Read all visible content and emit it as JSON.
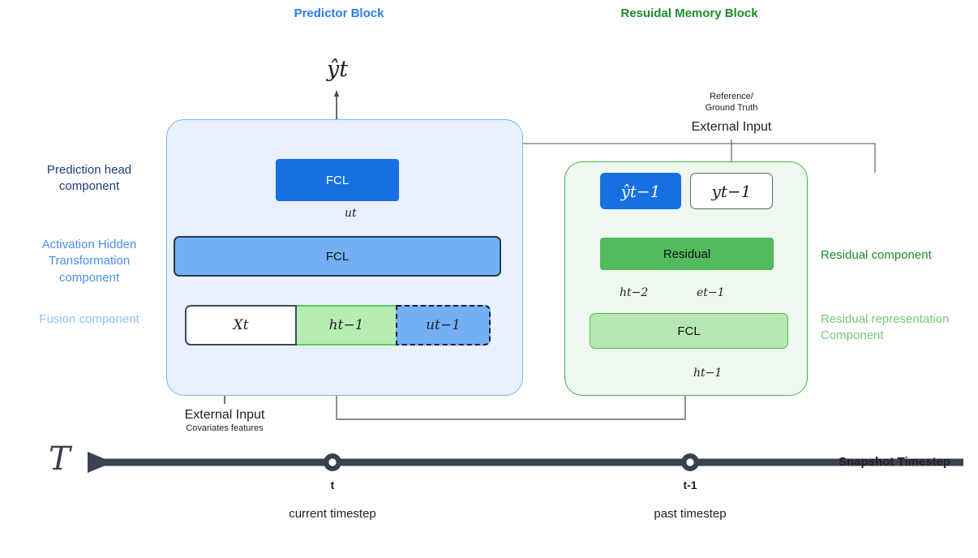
{
  "titles": {
    "predictor": "Predictor Block",
    "memory": "Resuidal Memory Block"
  },
  "colors": {
    "predictor_accent": "#2b7de9",
    "memory_accent": "#1e8c2b",
    "fcl_dark_blue": "#1670e0",
    "fcl_mid_blue": "#74aff5",
    "fusion_green": "#b6eeb1",
    "residual_green": "#52ba5d",
    "fcl_light_green": "#b6e7b4",
    "predictor_bg": "#e8f1fd",
    "memory_bg": "#eef8ee",
    "timeline": "#3a4150",
    "connector": "#5f6368"
  },
  "output": {
    "y_hat_t": "ŷt"
  },
  "predictor": {
    "head_fcl": "FCL",
    "hidden_fcl": "FCL",
    "u_t": "ut",
    "fusion": {
      "x_t": "Xt",
      "h_t_minus_1": "ht−1",
      "u_t_minus_1": "ut−1"
    },
    "external_input": {
      "title": "External Input",
      "subtitle": "Covariates features"
    }
  },
  "memory": {
    "y_hat_prev": "ŷt−1",
    "y_prev": "yt−1",
    "residual": "Residual",
    "fcl": "FCL",
    "e_t_minus_1": "et−1",
    "h_t_minus_2": "ht−2",
    "h_t_minus_1": "ht−1",
    "external_input": {
      "subtitle": "Reference/\nGround Truth",
      "title": "External Input"
    }
  },
  "left_labels": [
    {
      "text": "Prediction head\ncomponent",
      "tone": "dark-blue"
    },
    {
      "text": "Activation Hidden\nTransformation\ncomponent",
      "tone": "mid-blue"
    },
    {
      "text": "Fusion component",
      "tone": "light-blue"
    }
  ],
  "right_labels": [
    {
      "text": "Residual component",
      "tone": "dark-green"
    },
    {
      "text": "Residual representation\nComponent",
      "tone": "light-green"
    }
  ],
  "timeline": {
    "axis_symbol": "T",
    "right_label": "Snapshot Timestep",
    "ticks": [
      {
        "mark": "t",
        "caption": "current timestep"
      },
      {
        "mark": "t-1",
        "caption": "past timestep"
      }
    ]
  }
}
